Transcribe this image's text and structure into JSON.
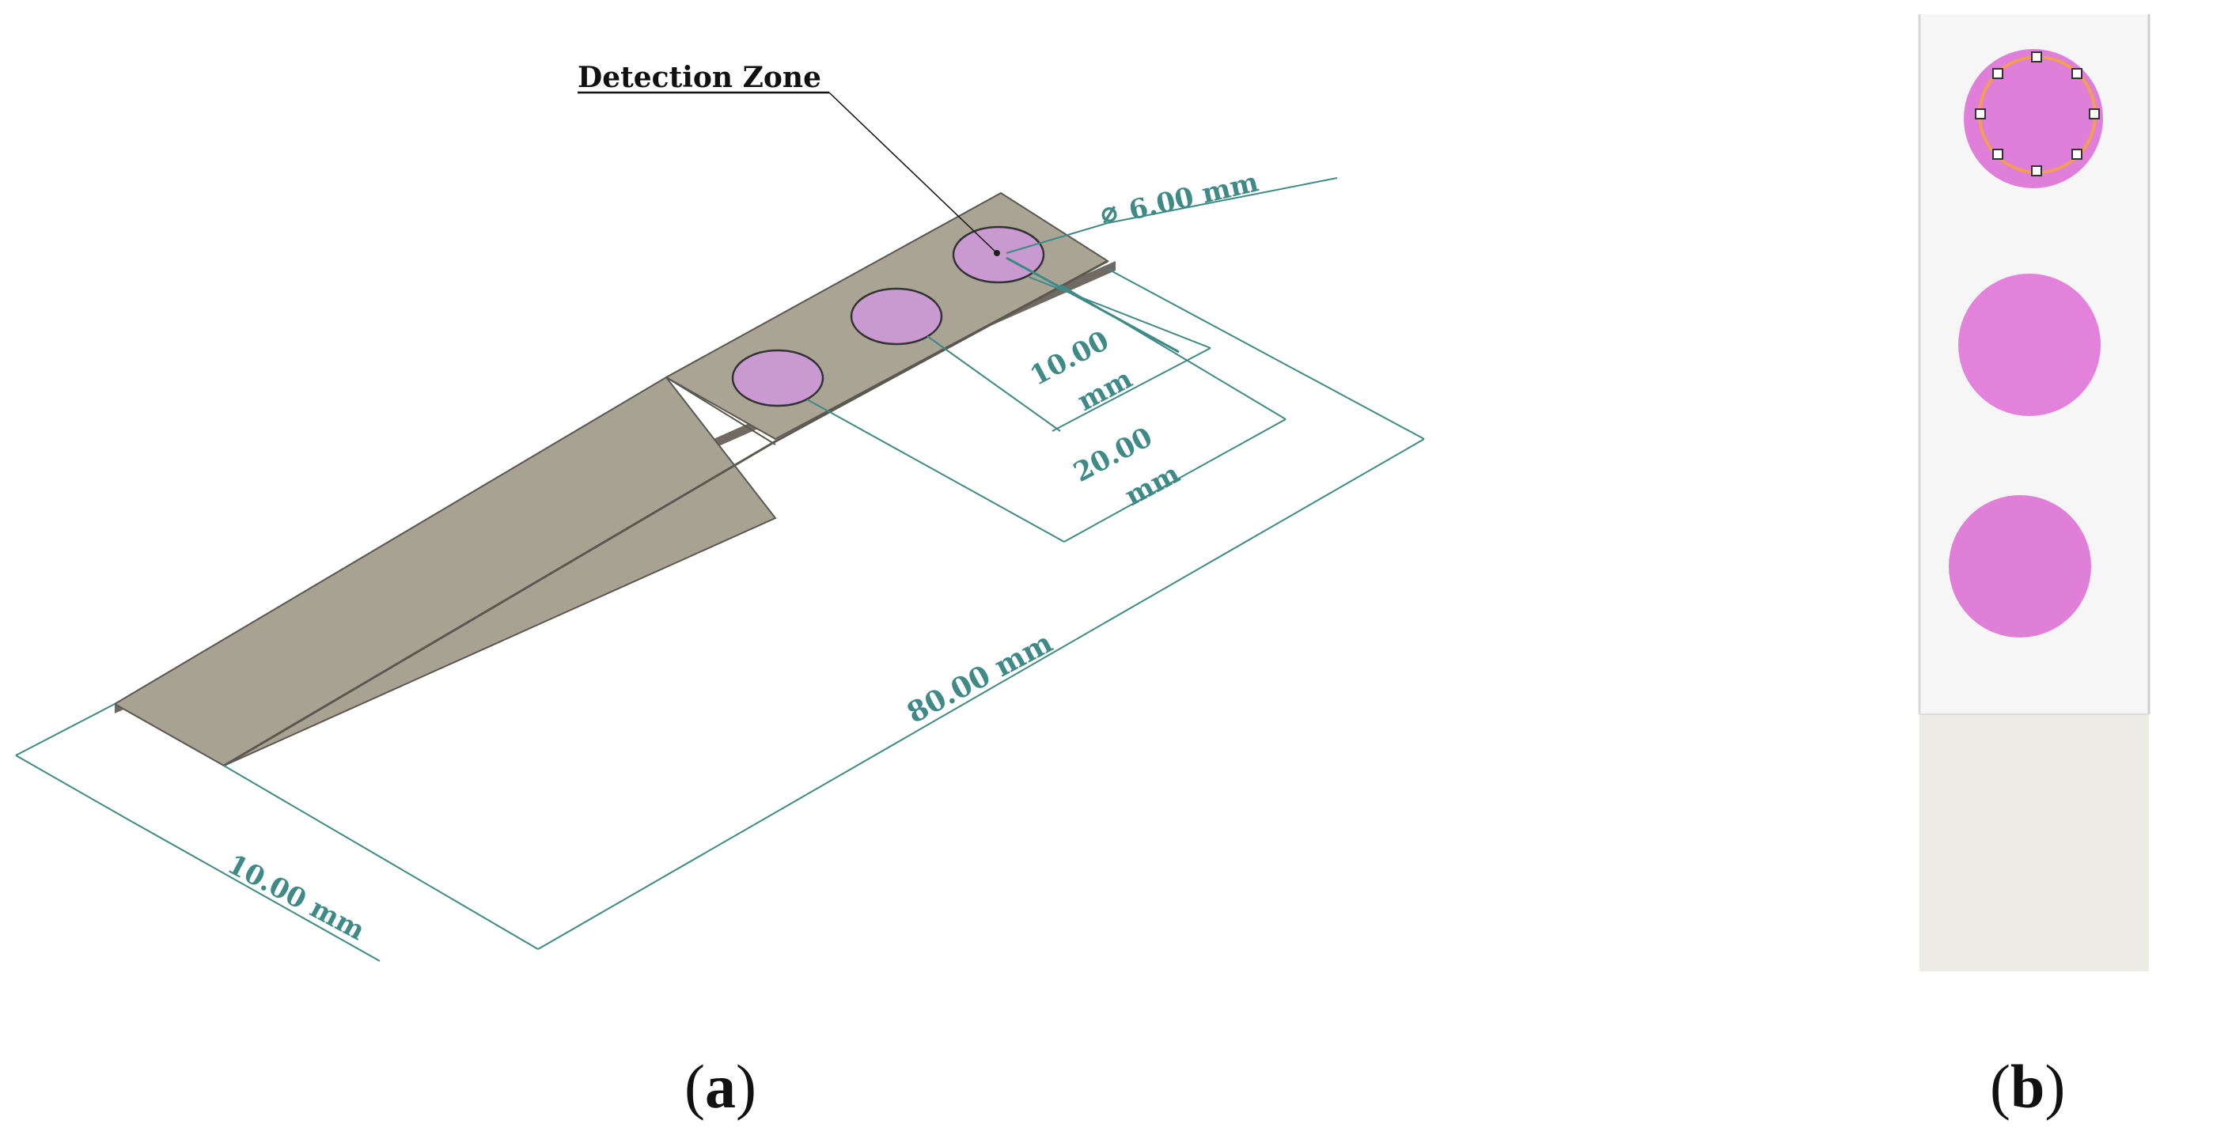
{
  "panel_a": {
    "label_open": "(",
    "label_letter": "a",
    "label_close": ")",
    "callout": "Detection Zone",
    "dimensions": {
      "diameter": "6.00 mm",
      "spacing_10_line1": "10.00",
      "spacing_10_line2": "mm",
      "spacing_20_line1": "20.00",
      "spacing_20_line2": "mm",
      "length": "80.00 mm",
      "width": "10.00 mm"
    },
    "colors": {
      "strip": "#a8a293",
      "strip_side": "#6f6b62",
      "zone": "#c99ad0",
      "dimension": "#3f8a86"
    }
  },
  "panel_b": {
    "label_open": "(",
    "label_letter": "b",
    "label_close": ")",
    "colors": {
      "strip": "#f6f6f6",
      "paper": "#ecebe6",
      "zone": "#e07fd9",
      "selection": "#f0a050"
    }
  }
}
